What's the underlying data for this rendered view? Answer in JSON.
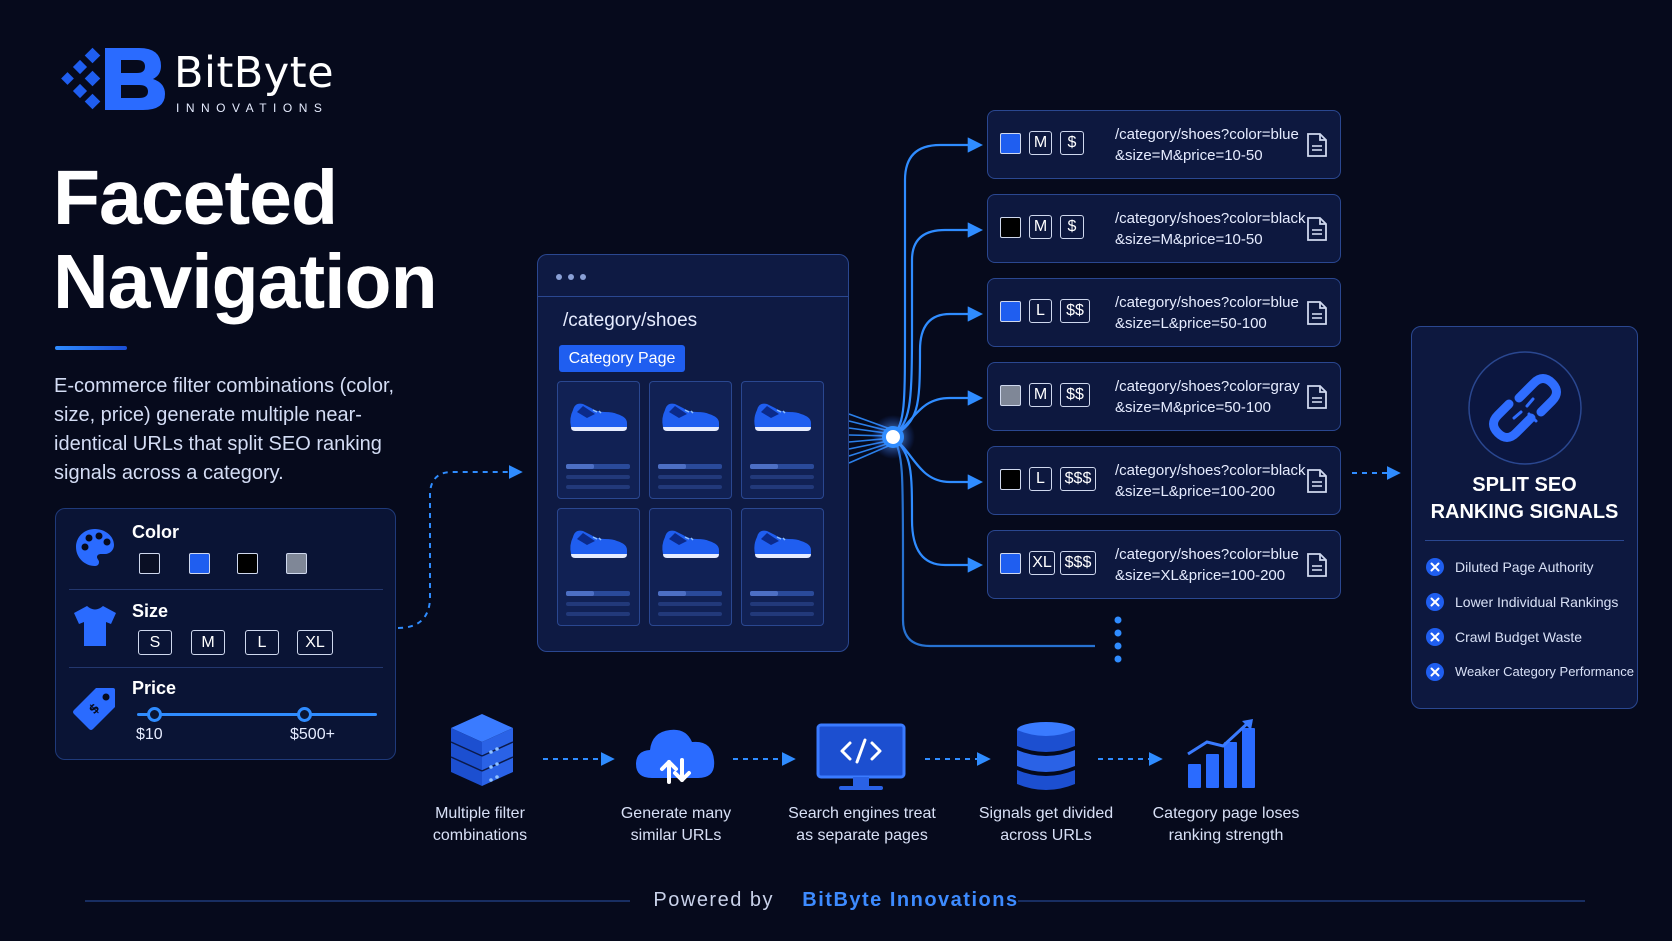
{
  "brand": {
    "name": "BitByte",
    "tagline": "INNOVATIONS"
  },
  "title": {
    "line1": "Faceted",
    "line2": "Navigation"
  },
  "description": "E-commerce filter combinations (color, size, price) generate multiple near-identical URLs that split SEO ranking signals across a category.",
  "filters": {
    "color": {
      "label": "Color",
      "swatches": [
        "#0a0f24",
        "#1f5ef0",
        "#000000",
        "#7f8797"
      ]
    },
    "size": {
      "label": "Size",
      "options": [
        "S",
        "M",
        "L",
        "XL"
      ]
    },
    "price": {
      "label": "Price",
      "min_label": "$10",
      "max_label": "$500+"
    }
  },
  "browser": {
    "url": "/category/shoes",
    "badge": "Category Page",
    "product_count": 6
  },
  "url_variants": [
    {
      "color": "#1f5ef0",
      "size": "M",
      "price": "$",
      "line1": "/category/shoes?color=blue",
      "line2": "&size=M&price=10-50"
    },
    {
      "color": "#000000",
      "size": "M",
      "price": "$",
      "line1": "/category/shoes?color=black",
      "line2": "&size=M&price=10-50"
    },
    {
      "color": "#1f5ef0",
      "size": "L",
      "price": "$$",
      "line1": "/category/shoes?color=blue",
      "line2": "&size=L&price=50-100"
    },
    {
      "color": "#7f8797",
      "size": "M",
      "price": "$$",
      "line1": "/category/shoes?color=gray",
      "line2": "&size=M&price=50-100"
    },
    {
      "color": "#000000",
      "size": "L",
      "price": "$$$",
      "line1": "/category/shoes?color=black",
      "line2": "&size=L&price=100-200"
    },
    {
      "color": "#1f5ef0",
      "size": "XL",
      "price": "$$$",
      "line1": "/category/shoes?color=blue",
      "line2": "&size=XL&price=100-200"
    }
  ],
  "result": {
    "title_line1": "SPLIT SEO",
    "title_line2": "RANKING SIGNALS",
    "icon": "broken-link-icon",
    "issues": [
      "Diluted Page Authority",
      "Lower Individual Rankings",
      "Crawl Budget Waste",
      "Weaker Category Performance"
    ]
  },
  "flow_steps": [
    {
      "icon": "server-icon",
      "line1": "Multiple filter",
      "line2": "combinations"
    },
    {
      "icon": "cloud-icon",
      "line1": "Generate many",
      "line2": "similar URLs"
    },
    {
      "icon": "monitor-code-icon",
      "line1": "Search engines treat",
      "line2": "as separate pages"
    },
    {
      "icon": "database-icon",
      "line1": "Signals get divided",
      "line2": "across URLs"
    },
    {
      "icon": "bar-chart-icon",
      "line1": "Category page loses",
      "line2": "ranking strength"
    }
  ],
  "footer": {
    "prefix": "Powered by",
    "brand": "BitByte Innovations"
  },
  "colors": {
    "accent": "#1f5ef0",
    "bright": "#2f8cff",
    "background": "#060a1c"
  }
}
